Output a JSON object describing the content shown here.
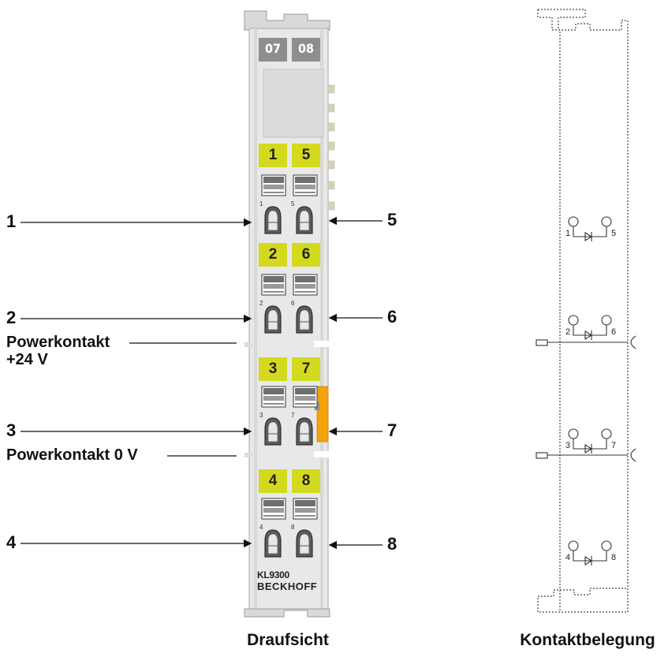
{
  "module": {
    "led_labels": [
      "07",
      "08"
    ],
    "terminals": [
      {
        "left": "1",
        "right": "5"
      },
      {
        "left": "2",
        "right": "6"
      },
      {
        "left": "3",
        "right": "7"
      },
      {
        "left": "4",
        "right": "8"
      }
    ],
    "model": "KL9300",
    "brand": "BECKHOFF"
  },
  "callouts": {
    "left": [
      "1",
      "2",
      "3",
      "4"
    ],
    "right": [
      "5",
      "6",
      "7",
      "8"
    ],
    "power_24v_line1": "Powerkontakt",
    "power_24v_line2": "+24 V",
    "power_0v": "Powerkontakt 0 V"
  },
  "schematic": {
    "pairs": [
      {
        "left": "1",
        "right": "5"
      },
      {
        "left": "2",
        "right": "6"
      },
      {
        "left": "3",
        "right": "7"
      },
      {
        "left": "4",
        "right": "8"
      }
    ]
  },
  "captions": {
    "left": "Draufsicht",
    "right": "Kontaktbelegung"
  },
  "colors": {
    "terminal_label_bg": "#d3da1e",
    "housing": "#e6e6e6",
    "led_bg": "#8e8e8e",
    "power_contact_bar": "#f2a20a"
  }
}
